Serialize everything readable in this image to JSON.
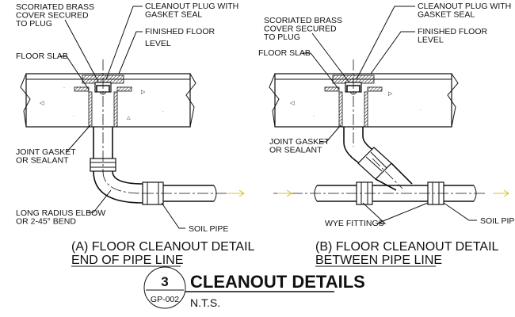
{
  "detail_a": {
    "label_cover": [
      "SCORIATED BRASS",
      "COVER SECURED",
      "TO PLUG"
    ],
    "label_cleanout": [
      "CLEANOUT PLUG WITH",
      "GASKET SEAL"
    ],
    "label_floor": [
      "FINISHED FLOOR",
      "LEVEL"
    ],
    "label_slab": "FLOOR SLAB",
    "label_joint": [
      "JOINT GASKET",
      "OR SEALANT"
    ],
    "label_elbow": [
      "LONG RADIUS ELBOW",
      "OR 2-45° BEND"
    ],
    "label_soil": "SOIL PIPE",
    "caption": [
      "(A) FLOOR CLEANOUT DETAIL",
      "END OF PIPE LINE"
    ]
  },
  "detail_b": {
    "label_cover": [
      "SCORIATED BRASS",
      "COVER SECURED",
      "TO PLUG"
    ],
    "label_cleanout": [
      "CLEANOUT PLUG WITH",
      "GASKET SEAL"
    ],
    "label_floor": [
      "FINISHED FLOOR",
      "LEVEL"
    ],
    "label_slab": "FLOOR SLAB",
    "label_joint": [
      "JOINT GASKET",
      "OR SEALANT"
    ],
    "label_wye": "WYE FITTINGS",
    "label_soil": "SOIL PIPE",
    "caption": [
      "(B) FLOOR CLEANOUT DETAIL",
      "BETWEEN PIPE LINE"
    ]
  },
  "title_block": {
    "number": "3",
    "sheet": "GP-002",
    "title": "CLEANOUT DETAILS",
    "scale": "N.T.S."
  },
  "colors": {
    "line": "#111111",
    "flow_arrow": "#d8c02a",
    "background": "#ffffff"
  }
}
